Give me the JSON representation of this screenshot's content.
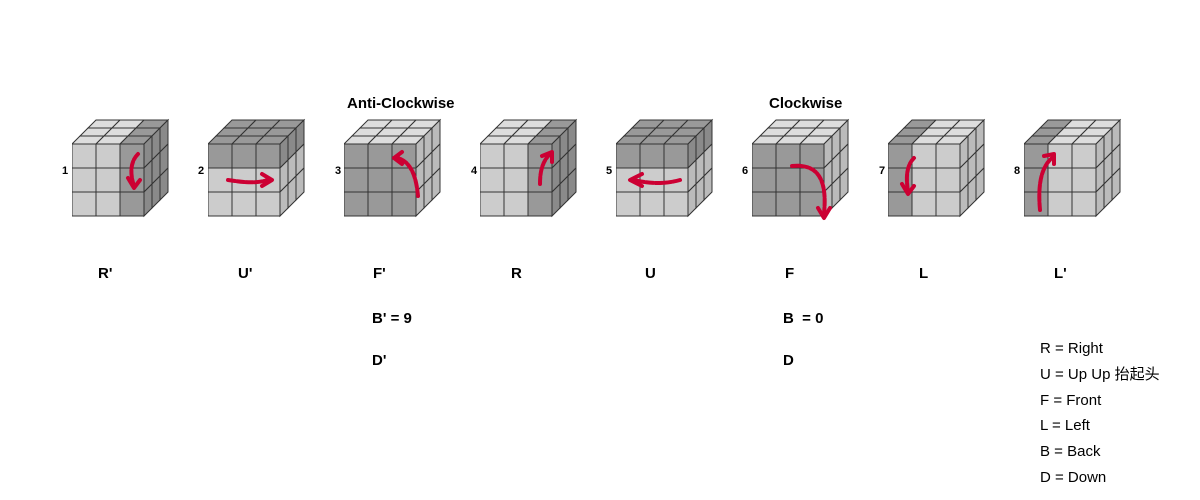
{
  "headings": {
    "anticlockwise": "Anti-Clockwise",
    "clockwise": "Clockwise"
  },
  "colors": {
    "light": "#cccccc",
    "dark": "#999999",
    "top_light": "#dddddd",
    "side_light": "#bbbbbb",
    "side_dark": "#8a8a8a",
    "arrow": "#cc0033",
    "edge": "#333333"
  },
  "cubes": [
    {
      "number": "1",
      "move": "R'",
      "highlight": "right-column",
      "arrow": "down"
    },
    {
      "number": "2",
      "move": "U'",
      "highlight": "top-row",
      "arrow": "right"
    },
    {
      "number": "3",
      "move": "F'",
      "highlight": "front-face",
      "arrow": "anticlockwise"
    },
    {
      "number": "4",
      "move": "R",
      "highlight": "right-column",
      "arrow": "up"
    },
    {
      "number": "5",
      "move": "U",
      "highlight": "top-row",
      "arrow": "left"
    },
    {
      "number": "6",
      "move": "F",
      "highlight": "front-face",
      "arrow": "clockwise"
    },
    {
      "number": "7",
      "move": "L",
      "highlight": "left-column",
      "arrow": "down"
    },
    {
      "number": "8",
      "move": "L'",
      "highlight": "left-column",
      "arrow": "up"
    }
  ],
  "extra_moves": {
    "b_prime": "B' = 9",
    "d_prime": "D'",
    "b": "B  = 0",
    "d": "D"
  },
  "legend": [
    "R = Right",
    "U = Up Up 抬起头",
    "F = Front",
    "L = Left",
    "B = Back",
    "D = Down"
  ]
}
